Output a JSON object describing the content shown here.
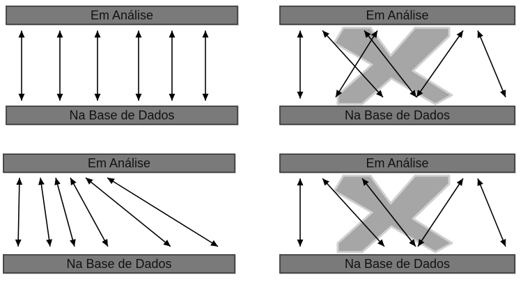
{
  "panels": [
    {
      "id": "top-left",
      "top_label": "Em Análise",
      "bottom_label": "Na Base de Dados",
      "pattern": "vertical-only",
      "has_cross": false,
      "arrow_count": 6
    },
    {
      "id": "top-right",
      "top_label": "Em Análise",
      "bottom_label": "Na Base de Dados",
      "pattern": "crossed-mapping",
      "has_cross": true,
      "arrow_count": 6
    },
    {
      "id": "bottom-left",
      "top_label": "Em Análise",
      "bottom_label": "Na Base de Dados",
      "pattern": "fanned-diagonal",
      "has_cross": false,
      "arrow_count": 6
    },
    {
      "id": "bottom-right",
      "top_label": "Em Análise",
      "bottom_label": "Na Base de Dados",
      "pattern": "crossed-mapping",
      "has_cross": true,
      "arrow_count": 5
    }
  ],
  "colors": {
    "bar_fill": "#7a7a7a",
    "bar_border": "#4a4a4a",
    "cross_fill": "#a6a6a6",
    "cross_outline": "#d0d0d0",
    "arrow": "#000000"
  },
  "icons": [
    "double-headed-arrow-icon",
    "x-cross-mark-icon"
  ]
}
